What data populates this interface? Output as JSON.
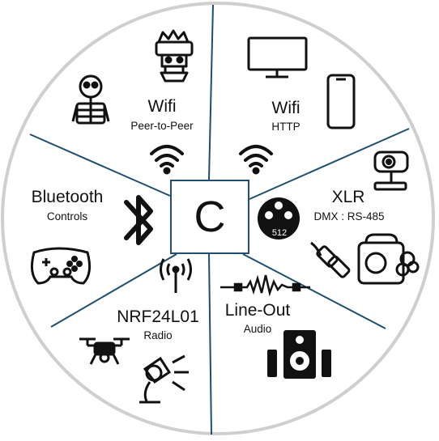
{
  "center": {
    "label": "C"
  },
  "sectors": {
    "wifi_p2p": {
      "title": "Wifi",
      "subtitle": "Peer-to-Peer"
    },
    "wifi_http": {
      "title": "Wifi",
      "subtitle": "HTTP"
    },
    "bluetooth": {
      "title": "Bluetooth",
      "subtitle": "Controls"
    },
    "xlr": {
      "title": "XLR",
      "subtitle": "DMX : RS-485",
      "connector_badge": "512"
    },
    "nrf": {
      "title": "NRF24L01",
      "subtitle": "Radio"
    },
    "lineout": {
      "title": "Line-Out",
      "subtitle": "Audio"
    }
  },
  "colors": {
    "ring": "#cfcfcf",
    "divider": "#1f4e6e",
    "ink": "#111111",
    "background": "#ffffff"
  }
}
